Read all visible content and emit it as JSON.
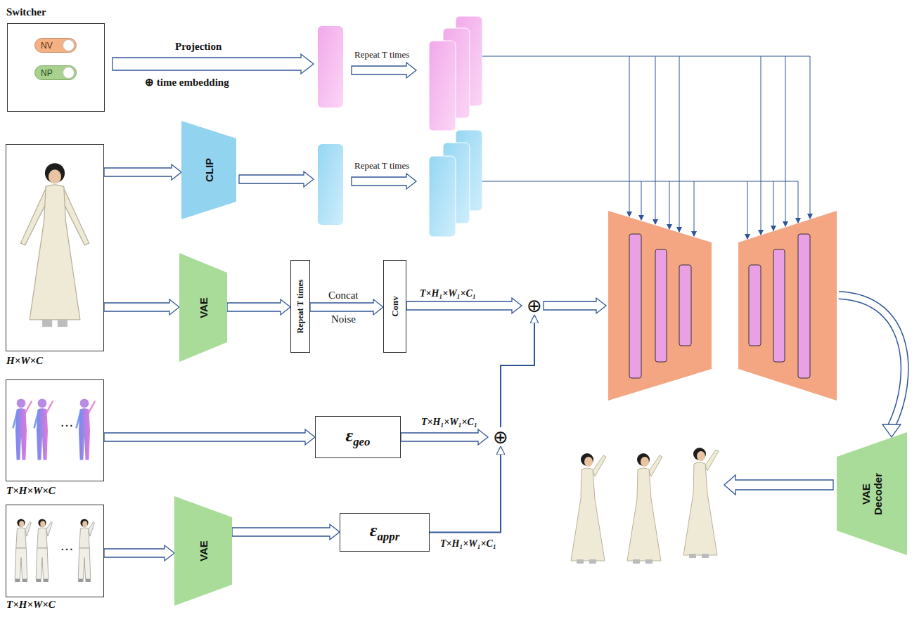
{
  "diagram": {
    "nodes": [
      {
        "text": [
          "Switcher"
        ]
      },
      {
        "text": [
          "NV"
        ],
        "in": 0
      },
      {
        "text": [
          "NP"
        ],
        "in": 0
      },
      {
        "text": [
          "H×W×C"
        ]
      },
      {
        "text": [
          "CLIP"
        ]
      },
      {
        "text": [
          "VAE"
        ]
      },
      {
        "text": [
          "Repeat T times"
        ]
      },
      {
        "text": [
          "Conv"
        ]
      },
      {
        "text": [
          "⊕"
        ]
      },
      {
        "text": [
          "…",
          "T×H×W×C"
        ]
      },
      {
        "text": [
          "εgeo"
        ]
      },
      {
        "text": [
          "⊕"
        ]
      },
      {
        "text": [
          "…",
          "T×H×W×C"
        ]
      },
      {
        "text": [
          "VAE"
        ]
      },
      {
        "text": [
          "εappr"
        ]
      },
      {
        "text": [
          "VAE Decoder"
        ]
      }
    ],
    "edges": [
      {
        "from": 3,
        "to": 4,
        "arrow": "to"
      },
      {
        "from": 3,
        "to": 5,
        "arrow": "to"
      },
      {
        "from": 5,
        "to": 6,
        "arrow": "to"
      },
      {
        "from": 6,
        "to": 7,
        "arrow": "to",
        "label": "Concat"
      },
      {
        "from": 7,
        "to": 8,
        "arrow": "to",
        "label": "T×H₁×W₁×C₁"
      },
      {
        "from": 9,
        "to": 10,
        "arrow": "to"
      },
      {
        "from": 10,
        "to": 11,
        "arrow": "to",
        "label": "T×H₁×W₁×C₁"
      },
      {
        "from": 12,
        "to": 13,
        "arrow": "to"
      },
      {
        "from": 13,
        "to": 14,
        "arrow": "to"
      },
      {
        "from": 14,
        "to": 11,
        "arrow": "to",
        "label": "T×H₁×W₁×C₁"
      },
      {
        "from": 11,
        "to": 8,
        "arrow": "to"
      }
    ],
    "labels": [
      "Projection",
      "⊕ time embedding",
      "Repeat T times",
      "Repeat T times",
      "Noise"
    ]
  }
}
